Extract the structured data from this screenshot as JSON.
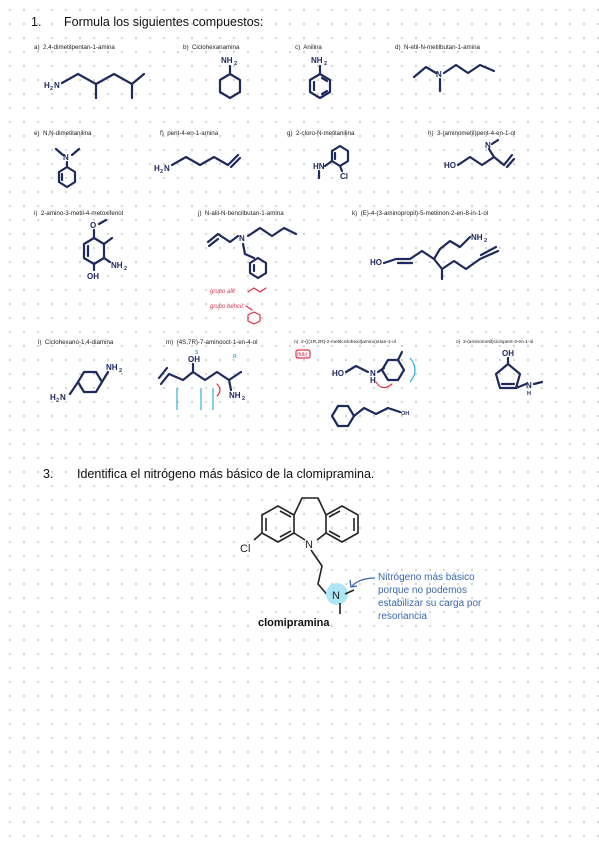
{
  "section1": {
    "number": "1.",
    "title": "Formula los siguientes compuestos:",
    "items": [
      {
        "letter": "a)",
        "name": "2,4-dimetilpentan-1-amina"
      },
      {
        "letter": "b)",
        "name": "Ciclohexanamina"
      },
      {
        "letter": "c)",
        "name": "Anilina"
      },
      {
        "letter": "d)",
        "name": "N-etil-N-metilbutan-1-amina"
      },
      {
        "letter": "e)",
        "name": "N,N-dimetilanilina"
      },
      {
        "letter": "f)",
        "name": "pent-4-en-1-amina"
      },
      {
        "letter": "g)",
        "name": "2-cloro-N-metilanilina"
      },
      {
        "letter": "h)",
        "name": "3-(aminometil)pent-4-en-1-ol"
      },
      {
        "letter": "i)",
        "name": "2-amino-3-metil-4-metoxifenol"
      },
      {
        "letter": "j)",
        "name": "N-alil-N-bencilbutan-1-amina"
      },
      {
        "letter": "k)",
        "name": "(E)-4-(3-aminopropil)-5-metilnon-2-en-8-in-1-ol"
      },
      {
        "letter": "l)",
        "name": "Ciclohexano-1,4-diamina"
      },
      {
        "letter": "m)",
        "name": "(4S,7R)-7-aminooct-1-en-4-ol"
      },
      {
        "letter": "n)",
        "name": "2-(((1R,2R)-2-metilciclohexil)amino)etan-1-ol"
      },
      {
        "letter": "o)",
        "name": "3-(aminometil)ciclopent-3-en-1-ol"
      }
    ]
  },
  "annotations": {
    "nh2": "NH",
    "sub2": "2",
    "h2n": "H",
    "n": "N",
    "oh": "OH",
    "ho": "HO",
    "hn": "HN",
    "h": "H",
    "cl": "Cl",
    "o": "O",
    "grupo_alil": "grupo alil:",
    "grupo_bencil": "grupo bencil:",
    "m_stereo_s": "S",
    "m_stereo_r": "R",
    "n_tag": "(fdb)"
  },
  "section3": {
    "number": "3.",
    "title": "Identifica el nitrógeno más básico de la clomipramina.",
    "cl_label": "Cl",
    "n_label": "N",
    "compound_name": "clomipramina",
    "note_lines": [
      "Nitrógeno más básico",
      "porque no podemos",
      "estabilizar su carga por",
      "resonancia"
    ],
    "highlight_color": "#aee6f5",
    "note_color": "#3c67b0",
    "ink_color": "#1f2a5c"
  }
}
